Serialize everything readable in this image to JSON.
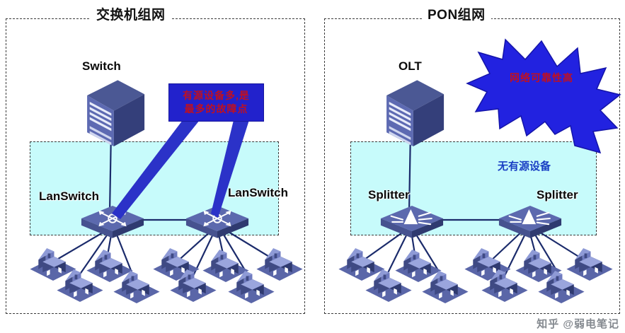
{
  "panels": [
    {
      "id": "switch",
      "title": "交换机组网"
    },
    {
      "id": "pon",
      "title": "PON组网"
    }
  ],
  "left_panel": {
    "title": "交换机组网",
    "core_device": {
      "label": "Switch",
      "icon": "chassis-switch-icon"
    },
    "access_devices": [
      {
        "label": "LanSwitch",
        "icon": "lanswitch-icon"
      },
      {
        "label": "LanSwitch",
        "icon": "lanswitch-icon"
      }
    ],
    "callout": {
      "lines": [
        "有源设备多,是",
        "最多的故障点"
      ],
      "bg_color": "#2222cc",
      "text_color": "#c01020"
    },
    "house_count": 9
  },
  "right_panel": {
    "title": "PON组网",
    "core_device": {
      "label": "OLT",
      "icon": "chassis-olt-icon"
    },
    "access_devices": [
      {
        "label": "Splitter",
        "icon": "splitter-icon"
      },
      {
        "label": "Splitter",
        "icon": "splitter-icon"
      }
    ],
    "zone_note": "无有源设备",
    "zone_note_color": "#1a3fc4",
    "burst": {
      "text": "网络可靠性高",
      "bg_color": "#2222cc",
      "text_color": "#c01020"
    },
    "house_count": 9
  },
  "colors": {
    "cyan_zone": "#c7fbfb",
    "dashed_border": "#3b3b3b",
    "link_line": "#1b2b6b",
    "device_top": "#5b6ab0",
    "device_side": "#3a4682",
    "house_roof": "#8e9ad6",
    "house_wall": "#4a5691",
    "house_base": "#5a66a8",
    "callout_blue": "#2222cc",
    "accent_red": "#c01020"
  },
  "watermark": "知乎 @弱电笔记"
}
